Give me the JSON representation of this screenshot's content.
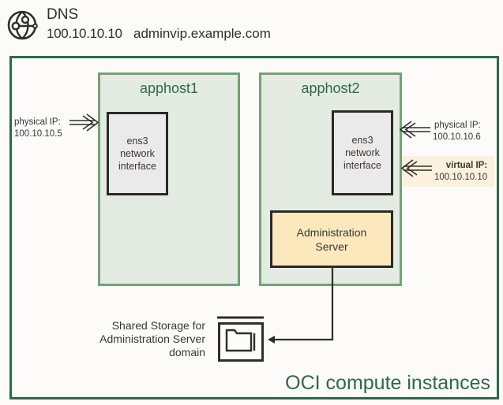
{
  "dns": {
    "icon": "globe-network-icon",
    "title": "DNS",
    "ip": "100.10.10.10",
    "hostname": "adminvip.example.com"
  },
  "frame": {
    "label": "OCI compute instances",
    "color": "#2d6a47"
  },
  "hosts": [
    {
      "name": "apphost1",
      "nic": [
        "ens3",
        "network",
        "interface"
      ],
      "physical_ip_label": "physical IP:",
      "physical_ip": "100.10.10.5"
    },
    {
      "name": "apphost2",
      "nic": [
        "ens3",
        "network",
        "interface"
      ],
      "physical_ip_label": "physical IP:",
      "physical_ip": "100.10.10.6",
      "virtual_ip_label": "virtual IP:",
      "virtual_ip": "100.10.10.10",
      "admin_server": [
        "Administration",
        "Server"
      ]
    }
  ],
  "storage": {
    "icon": "shared-storage-folder-icon",
    "label": [
      "Shared Storage for",
      "Administration Server",
      "domain"
    ]
  },
  "colors": {
    "host_fill": "#e3ebe3",
    "host_border": "#76a176",
    "admin_fill": "#fbe9bd",
    "vip_highlight": "#fcf1dc",
    "nic_fill": "#ebeaea"
  }
}
